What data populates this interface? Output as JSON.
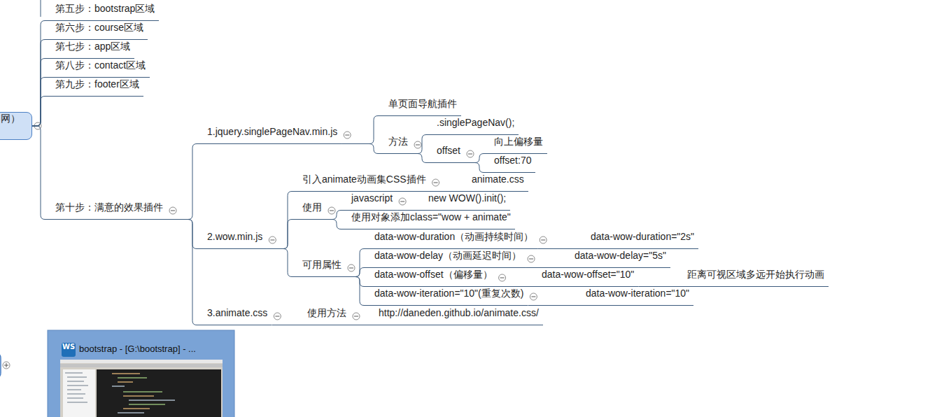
{
  "diagram": {
    "nodes": [
      {
        "text": [
          "网）"
        ]
      },
      {
        "text": [
          "第五步：bootstrap区域"
        ]
      },
      {
        "text": [
          "第六步：course区域"
        ]
      },
      {
        "text": [
          "第七步：app区域"
        ]
      },
      {
        "text": [
          "第八步：contact区域"
        ]
      },
      {
        "text": [
          "第九步：footer区域"
        ]
      },
      {
        "text": [
          "第十步：满意的效果插件"
        ]
      },
      {
        "text": [
          "1.jquery.singlePageNav.min.js"
        ]
      },
      {
        "text": [
          "单页面导航插件"
        ]
      },
      {
        "text": [
          "方法"
        ]
      },
      {
        "text": [
          ".singlePageNav();"
        ]
      },
      {
        "text": [
          "offset"
        ]
      },
      {
        "text": [
          "向上偏移量"
        ]
      },
      {
        "text": [
          "offset:70"
        ]
      },
      {
        "text": [
          "2.wow.min.js"
        ]
      },
      {
        "text": [
          "引入animate动画集CSS插件"
        ]
      },
      {
        "text": [
          "animate.css"
        ]
      },
      {
        "text": [
          "使用"
        ]
      },
      {
        "text": [
          "javascript"
        ]
      },
      {
        "text": [
          "new WOW().init();"
        ]
      },
      {
        "text": [
          "使用对象添加class=\"wow + animate\""
        ]
      },
      {
        "text": [
          "可用属性"
        ]
      },
      {
        "text": [
          "data-wow-duration（动画持续时间）"
        ]
      },
      {
        "text": [
          "data-wow-duration=\"2s\""
        ]
      },
      {
        "text": [
          "data-wow-delay（动画延迟时间）"
        ]
      },
      {
        "text": [
          "data-wow-delay=\"5s\""
        ]
      },
      {
        "text": [
          "data-wow-offset（偏移量）"
        ]
      },
      {
        "text": [
          "data-wow-offset=\"10\""
        ]
      },
      {
        "text": [
          "距离可视区域多远开始执行动画"
        ]
      },
      {
        "text": [
          "data-wow-iteration=\"10\"(重复次数)"
        ]
      },
      {
        "text": [
          "data-wow-iteration=\"10\""
        ]
      },
      {
        "text": [
          "3.animate.css"
        ]
      },
      {
        "text": [
          "使用方法"
        ]
      },
      {
        "text": [
          "http://daneden.github.io/animate.css/"
        ]
      }
    ],
    "edges": [
      {
        "from": 0,
        "to": 1,
        "arrow": "none"
      },
      {
        "from": 0,
        "to": 2,
        "arrow": "none"
      },
      {
        "from": 0,
        "to": 3,
        "arrow": "none"
      },
      {
        "from": 0,
        "to": 4,
        "arrow": "none"
      },
      {
        "from": 0,
        "to": 5,
        "arrow": "none"
      },
      {
        "from": 0,
        "to": 6,
        "arrow": "none"
      },
      {
        "from": 6,
        "to": 7,
        "arrow": "none"
      },
      {
        "from": 6,
        "to": 14,
        "arrow": "none"
      },
      {
        "from": 6,
        "to": 31,
        "arrow": "none"
      },
      {
        "from": 7,
        "to": 8,
        "arrow": "none"
      },
      {
        "from": 7,
        "to": 9,
        "arrow": "none"
      },
      {
        "from": 9,
        "to": 10,
        "arrow": "none"
      },
      {
        "from": 9,
        "to": 11,
        "arrow": "none"
      },
      {
        "from": 11,
        "to": 12,
        "arrow": "none"
      },
      {
        "from": 11,
        "to": 13,
        "arrow": "none"
      },
      {
        "from": 14,
        "to": 15,
        "arrow": "none"
      },
      {
        "from": 14,
        "to": 17,
        "arrow": "none"
      },
      {
        "from": 14,
        "to": 21,
        "arrow": "none"
      },
      {
        "from": 15,
        "to": 16,
        "arrow": "none"
      },
      {
        "from": 17,
        "to": 18,
        "arrow": "none"
      },
      {
        "from": 17,
        "to": 20,
        "arrow": "none"
      },
      {
        "from": 18,
        "to": 19,
        "arrow": "none"
      },
      {
        "from": 21,
        "to": 22,
        "arrow": "none"
      },
      {
        "from": 21,
        "to": 24,
        "arrow": "none"
      },
      {
        "from": 21,
        "to": 26,
        "arrow": "none"
      },
      {
        "from": 21,
        "to": 29,
        "arrow": "none"
      },
      {
        "from": 22,
        "to": 23,
        "arrow": "none"
      },
      {
        "from": 24,
        "to": 25,
        "arrow": "none"
      },
      {
        "from": 26,
        "to": 27,
        "arrow": "none"
      },
      {
        "from": 27,
        "to": 28,
        "arrow": "none"
      },
      {
        "from": 29,
        "to": 30,
        "arrow": "none"
      },
      {
        "from": 31,
        "to": 32,
        "arrow": "none"
      },
      {
        "from": 32,
        "to": 33,
        "arrow": "none"
      }
    ],
    "labels": [
      "WS",
      "bootstrap - [G:\\bootstrap] - ..."
    ]
  }
}
